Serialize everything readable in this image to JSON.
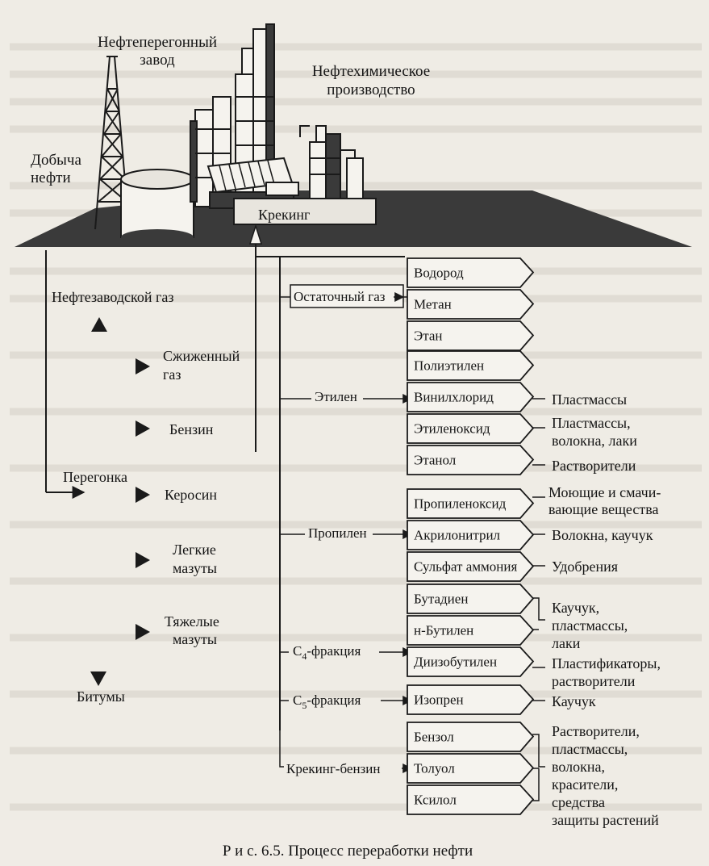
{
  "title": {
    "refinery": [
      "Нефтеперегонный",
      "завод"
    ],
    "petrochem": [
      "Нефтехимическое",
      "производство"
    ],
    "extraction": [
      "Добыча",
      "нефти"
    ],
    "cracking": "Крекинг"
  },
  "left_products": {
    "refinery_gas": "Нефтезаводской газ",
    "liquefied_gas": [
      "Сжиженный",
      "газ"
    ],
    "gasoline": "Бензин",
    "distillation": "Перегонка",
    "kerosene": "Керосин",
    "light_fuel_oil": [
      "Легкие",
      "мазуты"
    ],
    "heavy_fuel_oil": [
      "Тяжелые",
      "мазуты"
    ],
    "bitumen": "Битумы"
  },
  "fractions": [
    {
      "label": "Остаточный газ",
      "chemicals": [
        "Водород",
        "Метан",
        "Этан"
      ]
    },
    {
      "label": "Этилен",
      "chemicals": [
        "Полиэтилен",
        "Винилхлорид",
        "Этиленоксид",
        "Этанол"
      ]
    },
    {
      "label": "Пропилен",
      "chemicals": [
        "Пропиленоксид",
        "Акрилонитрил",
        "Сульфат аммония"
      ]
    },
    {
      "label": "C",
      "sub": "4",
      "suffix": "-фракция",
      "chemicals": [
        "Бутадиен",
        "н-Бутилен",
        "Диизобутилен"
      ]
    },
    {
      "label": "C",
      "sub": "5",
      "suffix": "-фракция",
      "chemicals": [
        "Изопрен"
      ]
    },
    {
      "label": "Крекинг-бензин",
      "chemicals": [
        "Бензол",
        "Толуол",
        "Ксилол"
      ]
    }
  ],
  "uses": {
    "plastics": "Пластмассы",
    "plastics_fibers": [
      "Пластмассы,",
      "волокна, лаки"
    ],
    "solvents": "Растворители",
    "detergents": [
      "Моющие и смачи-",
      "вающие вещества"
    ],
    "fibers_rubber": "Волокна, каучук",
    "fertilizers": "Удобрения",
    "rubber_plastics": [
      "Каучук,",
      "пластмассы,",
      "лаки"
    ],
    "plasticizers": [
      "Пластификаторы,",
      "растворители"
    ],
    "rubber": "Каучук",
    "aromatics_uses": [
      "Растворители,",
      "пластмассы,",
      "волокна,",
      "красители,",
      "средства",
      "защиты растений"
    ]
  },
  "caption": "Р и с.  6.5.  Процесс  переработки  нефти"
}
